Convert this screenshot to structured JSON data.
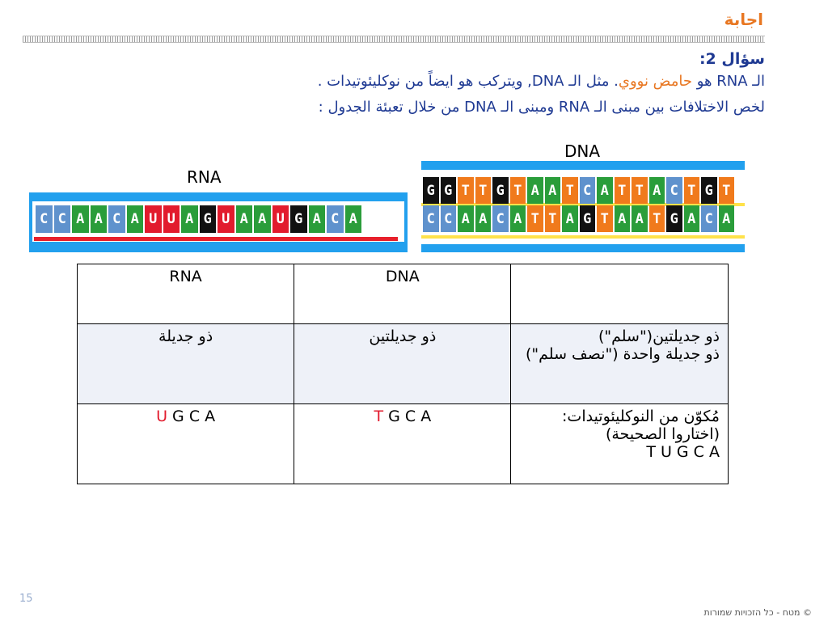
{
  "header": {
    "title": "اجابة"
  },
  "question": {
    "title": "سؤال 2:",
    "line1": {
      "prefix": "الـ RNA هو ",
      "highlight": "حامض نووي",
      "suffix": ". مثل الـ DNA, ويتركب هو ايضاً من نوكليئوتيدات ."
    },
    "line2": "لخص الاختلافات بين مبنى الـ RNA ومبنى الـ DNA من خلال تعبئة الجدول :"
  },
  "figures": {
    "dna_label": "DNA",
    "rna_label": "RNA",
    "rna_sequence": [
      "C",
      "C",
      "A",
      "A",
      "C",
      "A",
      "U",
      "U",
      "A",
      "G",
      "U",
      "A",
      "A",
      "U",
      "G",
      "A",
      "C",
      "A"
    ],
    "dna_top_sequence": [
      "G",
      "G",
      "T",
      "T",
      "G",
      "T",
      "A",
      "A",
      "T",
      "C",
      "A",
      "T",
      "T",
      "A",
      "C",
      "T",
      "G",
      "T"
    ],
    "dna_bottom_sequence": [
      "C",
      "C",
      "A",
      "A",
      "C",
      "A",
      "T",
      "T",
      "A",
      "G",
      "T",
      "A",
      "A",
      "T",
      "G",
      "A",
      "C",
      "A"
    ],
    "base_colors": {
      "A": "#2a9d3a",
      "C": "#5f92cd",
      "G": "#111111",
      "T": "#f07a1c",
      "U": "#e21b2d"
    }
  },
  "table": {
    "header": {
      "property": "",
      "dna": "DNA",
      "rna": "RNA"
    },
    "row1": {
      "property_line1": "ذو جديلتين(\"سلم\")",
      "property_line2": "ذو جديلة واحدة (\"نصف سلم\")",
      "dna": "ذو جديلتين",
      "rna": "ذو جديلة"
    },
    "row2": {
      "property_line1": "مُكوّن من النوكليئوتيدات:",
      "property_line2": "(اختاروا الصحيحة)",
      "property_line3": "T U G C A",
      "dna_highlight": "T",
      "dna_rest": " G C A",
      "rna_highlight": "U",
      "rna_rest": " G C A"
    }
  },
  "footer": {
    "page_number": "15",
    "copyright": "© מטח - כל הזכויות שמורות"
  }
}
